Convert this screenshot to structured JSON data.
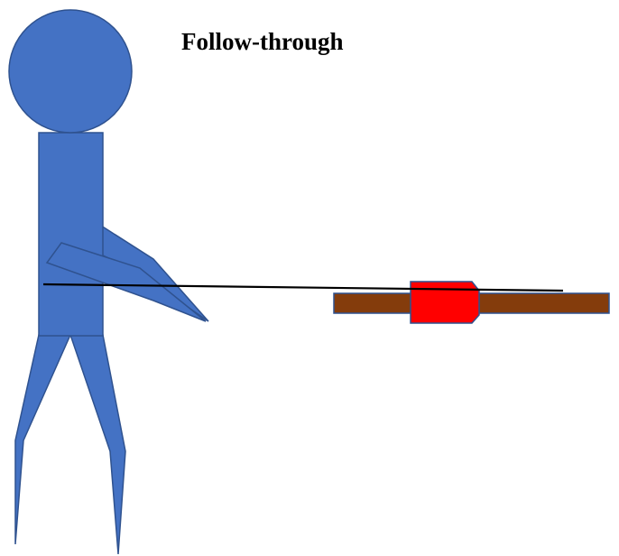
{
  "title": "Follow-through",
  "colors": {
    "figure_fill": "#4472C4",
    "figure_stroke": "#2F528F",
    "plank_fill": "#843C0C",
    "plank_stroke": "#2F528F",
    "sled_fill": "#FF0000",
    "sled_stroke": "#2F528F",
    "line": "#000000",
    "background": "#FFFFFF"
  },
  "icons": {
    "figure": "stick-figure-person",
    "rope": "rope-line",
    "plank": "wooden-plank",
    "sled": "red-sled-block"
  }
}
